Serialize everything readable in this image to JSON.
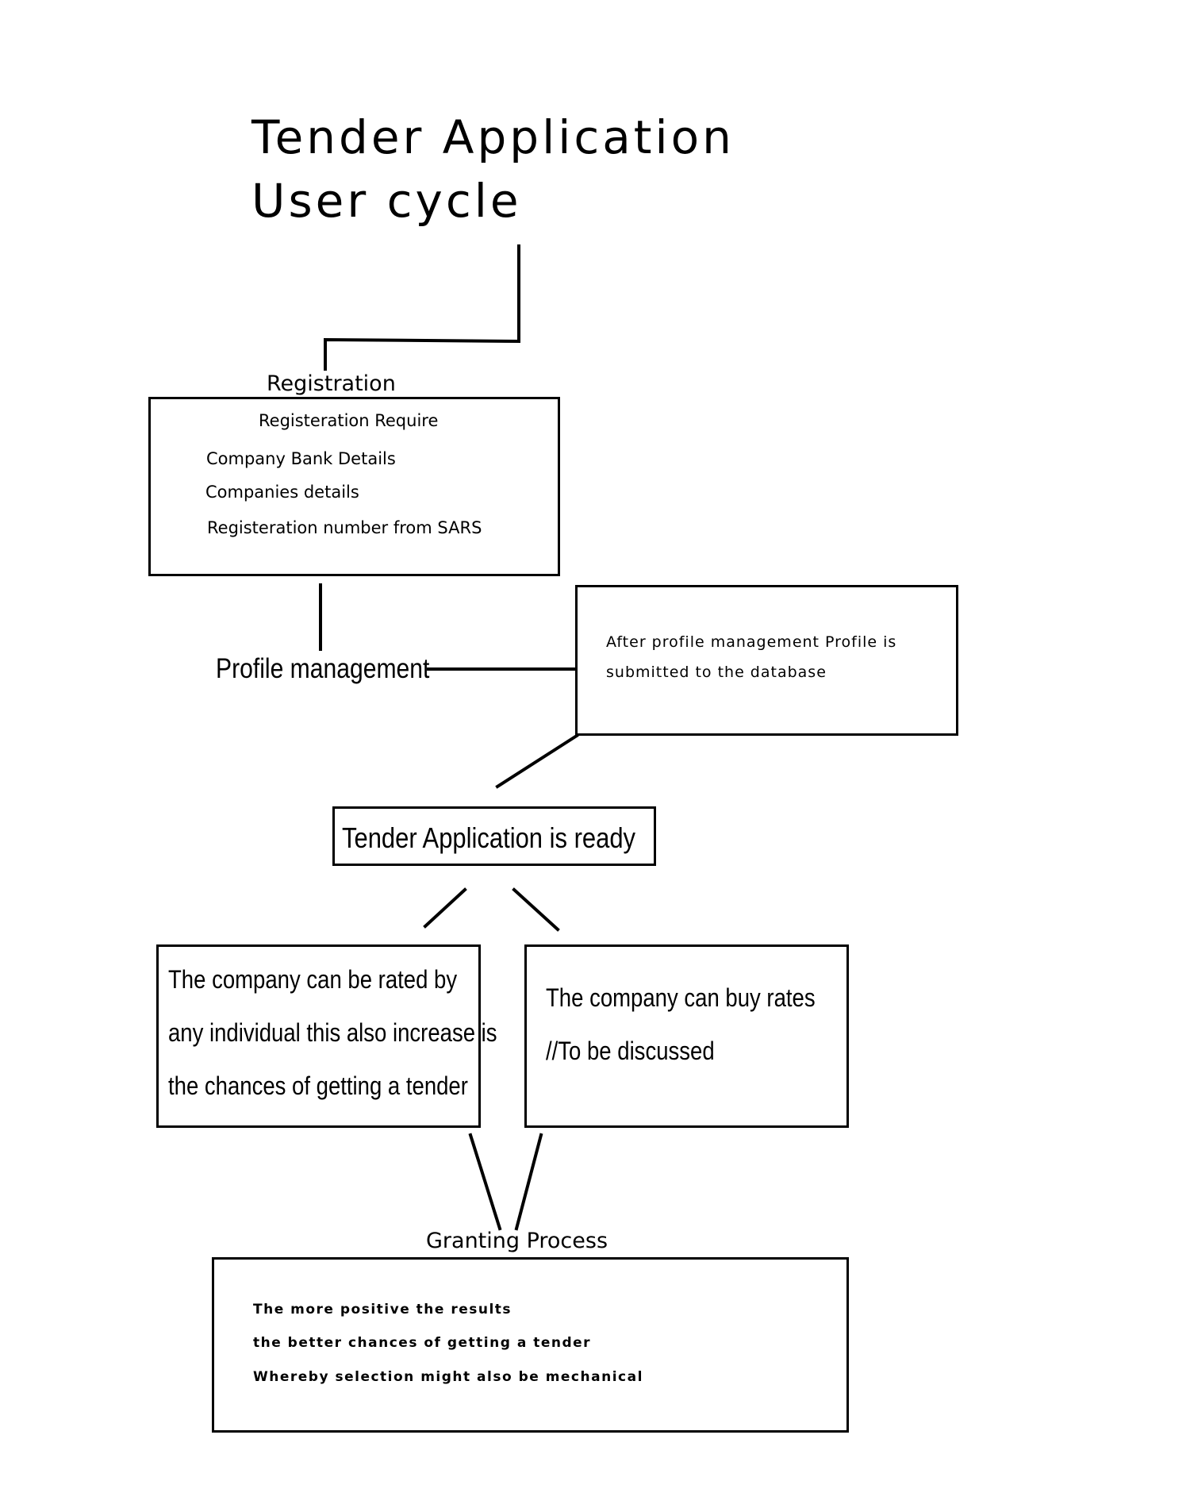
{
  "diagram": {
    "title": {
      "line1": "Tender Application",
      "line2": "User cycle"
    },
    "registration": {
      "heading": "Registration",
      "items": [
        "Registeration Require",
        "Company Bank Details",
        "Companies details",
        "Registeration number from SARS"
      ]
    },
    "profile": {
      "heading": "Profile management",
      "note_lines": [
        "After profile management Profile is",
        "submitted to the database"
      ]
    },
    "ready": {
      "label": "Tender Application is ready"
    },
    "rating_box": {
      "lines": [
        "The company can be rated by",
        "any individual this also increase is",
        "the chances of getting a tender"
      ]
    },
    "buy_box": {
      "lines": [
        "The company can buy rates",
        "//To be discussed"
      ]
    },
    "granting": {
      "heading": "Granting Process",
      "lines": [
        "The more positive the results",
        "the better chances of getting a tender",
        "Whereby selection might also be mechanical"
      ]
    }
  }
}
